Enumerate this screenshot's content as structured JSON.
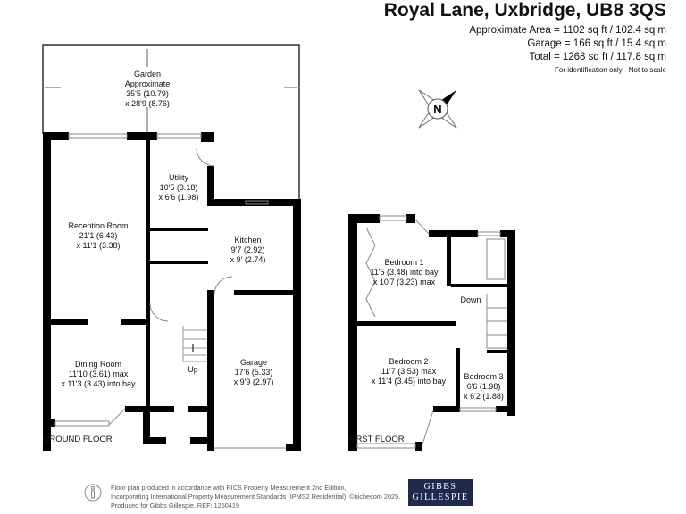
{
  "header": {
    "title": "Royal Lane, Uxbridge, UB8 3QS",
    "approx_area": "Approximate Area = 1102 sq ft / 102.4 sq m",
    "garage_area": "Garage = 166 sq ft / 15.4 sq m",
    "total_area": "Total = 1268 sq ft / 117.8 sq m",
    "note": "For identification only - Not to scale"
  },
  "compass": {
    "label": "N"
  },
  "ground_floor": {
    "label": "GROUND FLOOR",
    "rooms": [
      {
        "name": "Garden",
        "lines": [
          "Garden",
          "Approximate",
          "35'5 (10.79)",
          "x 28'9 (8.76)"
        ]
      },
      {
        "name": "Utility",
        "lines": [
          "Utility",
          "10'5 (3.18)",
          "x 6'6 (1.98)"
        ]
      },
      {
        "name": "Reception Room",
        "lines": [
          "Reception Room",
          "21'1 (6.43)",
          "x 11'1 (3.38)"
        ]
      },
      {
        "name": "Kitchen",
        "lines": [
          "Kitchen",
          "9'7 (2.92)",
          "x 9' (2.74)"
        ]
      },
      {
        "name": "Dining Room",
        "lines": [
          "Dining Room",
          "11'10 (3.61) max",
          "x 11'3 (3.43) into bay"
        ]
      },
      {
        "name": "Garage",
        "lines": [
          "Garage",
          "17'6 (5.33)",
          "x 9'9 (2.97)"
        ]
      }
    ],
    "stairs_label": "Up"
  },
  "first_floor": {
    "label": "FIRST FLOOR",
    "rooms": [
      {
        "name": "Bedroom 1",
        "lines": [
          "Bedroom 1",
          "11'5 (3.48) into bay",
          "x 10'7 (3.23) max"
        ]
      },
      {
        "name": "Bedroom 2",
        "lines": [
          "Bedroom 2",
          "11'7 (3.53) max",
          "x 11'4 (3.45) into bay"
        ]
      },
      {
        "name": "Bedroom 3",
        "lines": [
          "Bedroom 3",
          "6'6 (1.98)",
          "x 6'2 (1.88)"
        ]
      }
    ],
    "stairs_label": "Down"
  },
  "footer": {
    "line1": "Floor plan produced in accordance with RICS Property Measurement 2nd Edition,",
    "line2": "Incorporating International Property Measurement Standards (IPMS2 Residential).  ©nichecom 2025.",
    "line3": "Produced for Gibbs Gillespie.   REF: 1250419",
    "logo_line1": "GIBBS",
    "logo_line2": "GILLESPIE"
  },
  "colors": {
    "wall": "#000000",
    "logo_bg": "#1f2a4e"
  }
}
